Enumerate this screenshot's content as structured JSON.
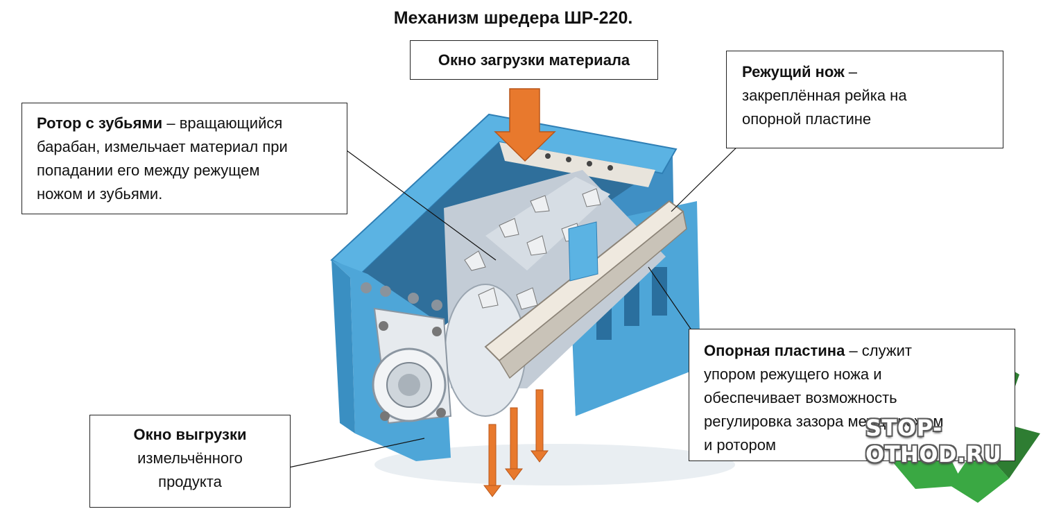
{
  "title": "Механизм шредера ШР-220.",
  "labels": {
    "load_window": "Окно загрузки материала",
    "rotor": {
      "bold": "Ротор с зубьями",
      "lines": [
        "– вращающийся",
        "барабан, измельчает материал при",
        "попадании его между режущем",
        "ножом и зубьями."
      ]
    },
    "knife": {
      "bold": "Режущий нож",
      "lines": [
        "–",
        "закреплённая рейка на",
        "опорной пластине"
      ]
    },
    "plate": {
      "bold": "Опорная пластина",
      "lines": [
        "– служит",
        "упором режущего ножа и",
        "обеспечивает возможность",
        "регулировка зазора между ножом",
        "и ротором"
      ]
    },
    "unload": {
      "bold": "Окно выгрузки",
      "lines": [
        "измельчённого",
        "продукта"
      ]
    }
  },
  "watermark": "STOP-OTHOD.RU",
  "colors": {
    "housing": "#4ea6d8",
    "housing_dark": "#2f7fb5",
    "rotor": "#b9c6d2",
    "arrow": "#e8792d",
    "recycle_green": "#3aa843",
    "recycle_dark": "#2e7d32"
  }
}
